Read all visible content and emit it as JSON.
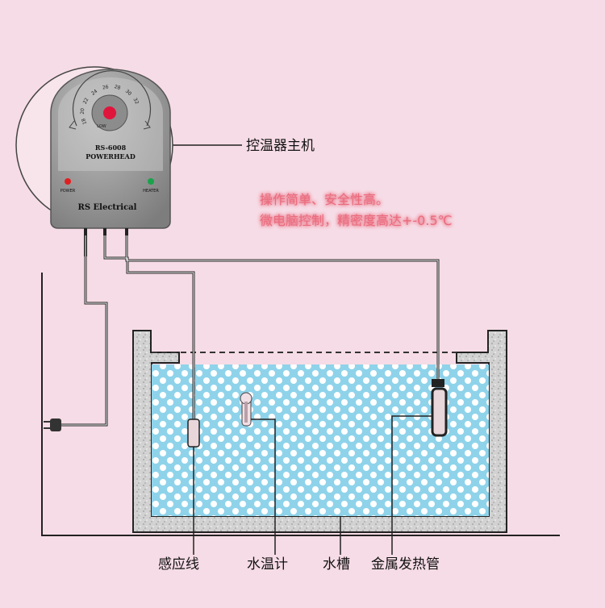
{
  "controller": {
    "model": "RS-6008",
    "brand_line": "POWERHEAD",
    "company": "RS Electrical",
    "power_label": "POWER",
    "heater_label": "HEATER",
    "dial_low": "LOW",
    "dial_ticks": [
      "18",
      "20",
      "22",
      "24",
      "26",
      "28",
      "30",
      "32"
    ]
  },
  "labels": {
    "controller_main": "控温器主机",
    "sensor_wire": "感应线",
    "thermometer": "水温计",
    "tank": "水槽",
    "heater_tube": "金属发热管"
  },
  "features": {
    "line1": "操作简单、安全性高。",
    "line2": "微电脑控制，精密度高达+-0.5℃"
  },
  "colors": {
    "background": "#f6dce6",
    "water": "#8fd3ea",
    "feature_text": "#ea6c7e",
    "tank_wall": "#cfcfcf",
    "controller_body": "#8e8e8e"
  }
}
